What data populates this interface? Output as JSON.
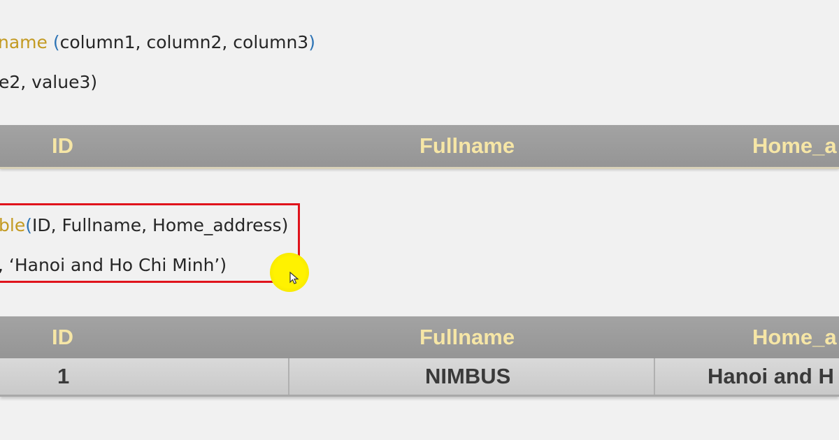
{
  "code_top": {
    "line1": {
      "keyword": "name",
      "open_paren": "(",
      "args": "column1, column2, column3",
      "close_paren": ")"
    },
    "line2": {
      "text": "e2, value3)"
    }
  },
  "table_top": {
    "headers": [
      "ID",
      "Fullname",
      "Home_a"
    ]
  },
  "code_highlighted": {
    "line1": {
      "keyword": "ble",
      "open_paren": "(",
      "args": "ID, Fullname, Home_address",
      "close_paren": ")"
    },
    "line2": {
      "text": ", ‘Hanoi and Ho Chi Minh’)"
    }
  },
  "table_bottom": {
    "headers": [
      "ID",
      "Fullname",
      "Home_a"
    ],
    "row": [
      "1",
      "NIMBUS",
      "Hanoi and H"
    ]
  },
  "colors": {
    "keyword": "#c39a22",
    "paren": "#2e74b5",
    "header_text": "#f6e6a6",
    "highlight_border": "#e0141c",
    "cursor_highlight": "#fff200"
  }
}
